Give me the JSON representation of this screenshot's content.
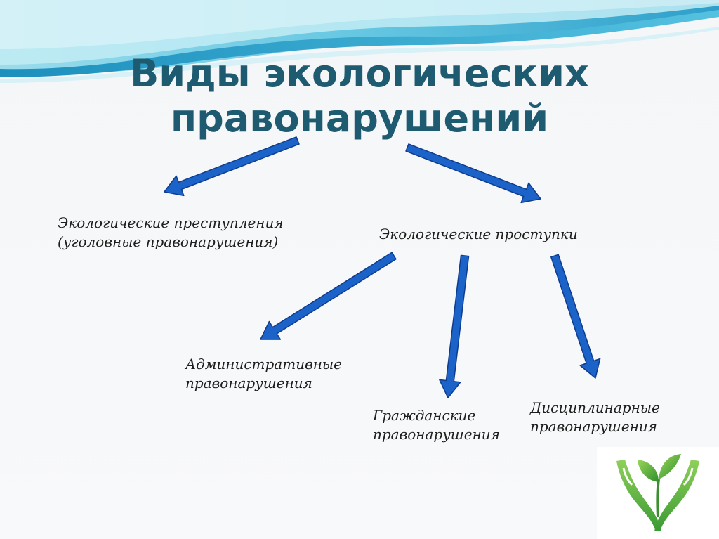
{
  "title": {
    "line1": "Виды экологических",
    "line2": "правонарушений"
  },
  "nodes": {
    "crimes": {
      "line1": "Экологические преступления",
      "line2": "(уголовные правонарушения)"
    },
    "offenses": {
      "line1": "Экологические проступки"
    },
    "administrative": {
      "line1": "Административные",
      "line2": "правонарушения"
    },
    "civil": {
      "line1": "Гражданские",
      "line2": "правонарушения"
    },
    "disciplinary": {
      "line1": "Дисциплинарные",
      "line2": "правонарушения"
    }
  },
  "colors": {
    "title": "#1f5b70",
    "arrow_fill": "#1b63c9",
    "arrow_stroke": "#0f3c8c",
    "wave_light": "#7ed2e8",
    "wave_dark": "#2aa3c9",
    "leaf_green": "#4caf3c"
  },
  "icons": {
    "header": "wave-decoration",
    "logo": "hands-with-sprout-icon"
  }
}
